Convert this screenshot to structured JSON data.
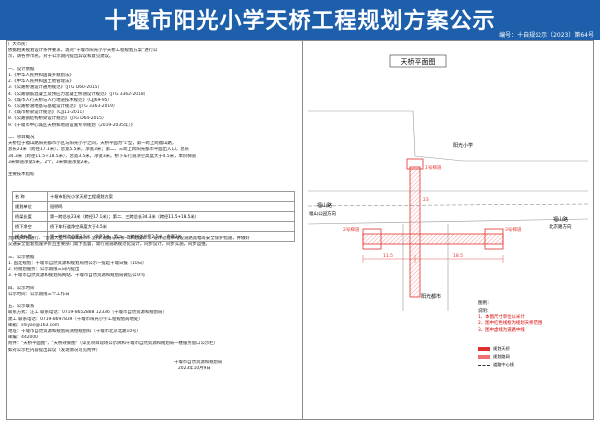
{
  "header": {
    "title": "十堰市阳光小学天桥工程规划方案公示",
    "doc_no": "编号：十自规公示〔2023〕第64号"
  },
  "intro": [
    "广大市民：",
    "    依据相关规划设计条件要求，现对“十堰市阳光小学天桥工程规划方案”进行公",
    "示，请各界市民，对于公示期内提出异议和意见建议。"
  ],
  "design_basis": {
    "heading": "一、设计依据",
    "items": [
      "1.《中华人民共和国城乡规划法》",
      "2.《中华人民共和国土地管理法》",
      "3.《公路桥涵设计通用规范》（JTG D60-2015）",
      "4.《公路钢筋混凝土及预应力混凝土桥涵设计规范》（JTG 3362-2018）",
      "5.《城市人行天桥与人行地道技术规范》（CJJ69-95）",
      "6.《公路桥涵地基与基础设计规范》（JTG 3363-2019）",
      "7.《城市桥梁设计规范》（CJJ11-2011）",
      "8.《公路钢结构桥梁设计规范》（JTG D64-2015）",
      "9.《十堰市中心城区天桥和地道设施专项规划（2019-2035年）》"
    ]
  },
  "overview": {
    "heading": "二、项目概况",
    "lines": [
      "    天桥位于福山路阳光都市小区与阳光小学之间，天桥平面为“L”型，第一跨上跨福山路，",
      "总长23米（跨径17.1米），总宽5.5米，净宽3米；第二、三跨上跨阳光都市平面出入口，总长",
      "34.3米（跨径11.5+18.5米），总宽3.5米，净宽3米。桥下车行道净空高度大于4.5米，本阶梯道",
      "3米梯道净宽5米，2个，3米梯道净宽2米。"
    ]
  },
  "main_indicators": {
    "heading": "主要技术指标",
    "rows": [
      {
        "k": "名    称",
        "v": "十堰市阳光小学天桥工程规划方案"
      },
      {
        "k": "规划单位",
        "v": "阳明鸣"
      },
      {
        "k": "桥梁长度",
        "v": "第一跨总长23米（跨径17.1米）；第二、三跨总长34.3米（跨径11.5+18.5米）"
      },
      {
        "k": "桥下净空",
        "v": "桥下车行道净空高度大于4.5米"
      },
      {
        "k": "梯道布置",
        "v": "第一跨梯道总宽3.5米、净宽3米，第二、三跨梯道总宽2.5米、净宽2米"
      }
    ],
    "note_lines": [
      "    为保证市民通行、“营造大型”、海绵城市、坚持“道路与天桥一体化设计”，设计过程中增设道路宽幅等安全保护措施，并做好",
      "交通安全配套措施评价且主要部门需予监督，需行道道路规范化设计。同步设计，同步实施，同步运维。"
    ]
  },
  "basis_notes": {
    "heading": "三、公示依据",
    "items": [
      "1. 固定规划：十堰市自然资源和规划局用公示一提起十堰日报（10日）",
      "2. 待规划服务：公示期限三日内提出",
      "3. 十堰市自然资源和规划局网站、十堰市自然资源和规划局微信公众号"
    ]
  },
  "publicity": {
    "heading": "四、公示时间",
    "period": "    公示时间：公示期限三个工作日",
    "time": "    公示期：公示期限三工作日"
  },
  "contact": {
    "heading": "五、公示联系",
    "unit": "    联系方式：汪工   联系电话：0719-8652888  12336（十堰市自然资源和规划局）",
    "unit2": "             建工   联系电话：0719-8697839（十堰市阳光小学工程规划局地处）",
    "mail": "    邮箱：shiyan@163.com",
    "addr": "    地址：十堰市自然资源和规划局测绘规划科（十堰市北京北路10号）",
    "zip": "    邮编：442000",
    "tip": "    附件：\"天桥平面图\"，\"天桥效果图\"（详见项目现场公示牌和十堰市自然资源和规划局一楼服务窗口公示栏）",
    "tip2": "如对公示栏内容提出异议（发现情况可见附件）"
  },
  "sign": {
    "org": "十堰市自然资源和规划局",
    "date": "2023年10月9日"
  },
  "plan": {
    "title": "天桥平面图",
    "labels": {
      "school": "阳光小学",
      "fushan_west": "福山路",
      "fushan_west_sub": "福山公园方向",
      "fushan_east": "福山路",
      "fushan_east_sub": "北京路方向",
      "bottom_city": "阳光都市",
      "overpass1": "1号梯道",
      "overpass2": "2号梯道",
      "overpass3": "3号梯道",
      "dim_a": "11.5",
      "dim_b": "18.5",
      "dim_c": "23",
      "note_head": "说明：",
      "note1": "1、本图尺寸单位以米计",
      "note2": "2、图中红色线框为规划天桥范围",
      "note3": "3、图中虚线为道路中线",
      "legend_label": "图例："
    },
    "legend": [
      {
        "label": "规划天桥",
        "color": "#e0302d"
      },
      {
        "label": "规划路网",
        "color": "#f07070"
      },
      {
        "label": "道路中心线",
        "color": "#333333"
      }
    ]
  },
  "colors": {
    "header_bg": "#1d5fab",
    "bridge": "#e0302d",
    "road": "#9a9a9a",
    "hatch": "#f4a0a0"
  }
}
